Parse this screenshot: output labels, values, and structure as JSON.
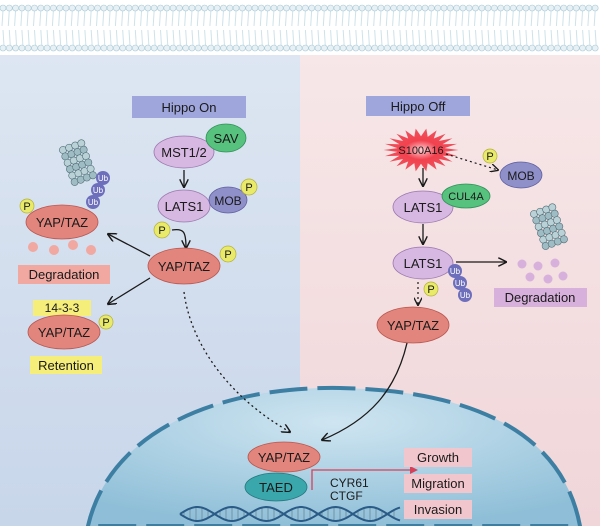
{
  "left_panel": {
    "title": "Hippo On",
    "mst": "MST1/2",
    "sav": "SAV",
    "lats": "LATS1",
    "mob": "MOB",
    "p": "P",
    "yap_center": "YAP/TAZ",
    "yap_degraded": "YAP/TAZ",
    "ub": "Ub",
    "degradation": "Degradation",
    "protein_1433": "14-3-3",
    "yap_retained": "YAP/TAZ",
    "retention": "Retention"
  },
  "right_panel": {
    "title": "Hippo Off",
    "s100a16": "S100A16",
    "mob": "MOB",
    "lats_top": "LATS1",
    "cul4a": "CUL4A",
    "lats_bottom": "LATS1",
    "ub": "Ub",
    "p": "P",
    "degradation": "Degradation",
    "yap": "YAP/TAZ"
  },
  "nucleus": {
    "yap": "YAP/TAZ",
    "taed": "TAED",
    "gene_1": "CYR61",
    "gene_2": "CTGF",
    "outcomes": [
      "Growth",
      "Migration",
      "Invasion"
    ]
  },
  "colors": {
    "left_bg": "#d6e0ee",
    "right_bg": "#f4e2e3",
    "label_box": "#9fa6dc",
    "yap": "#e2857d",
    "mst_lats": "#d7b8e2",
    "sav_cul4a": "#57c17e",
    "mob": "#8f8fc9",
    "phospho": "#eaea6a",
    "ubiquitin": "#6e6fbc",
    "degradation_left": "#f0a8a0",
    "degradation_right": "#d7b0dc",
    "retention_box": "#f6ee7a",
    "outcome_box": "#f1c7cd",
    "s100a16": "#ec3b47",
    "nucleus": "#a9cfe3",
    "taed": "#3aa7ad"
  }
}
